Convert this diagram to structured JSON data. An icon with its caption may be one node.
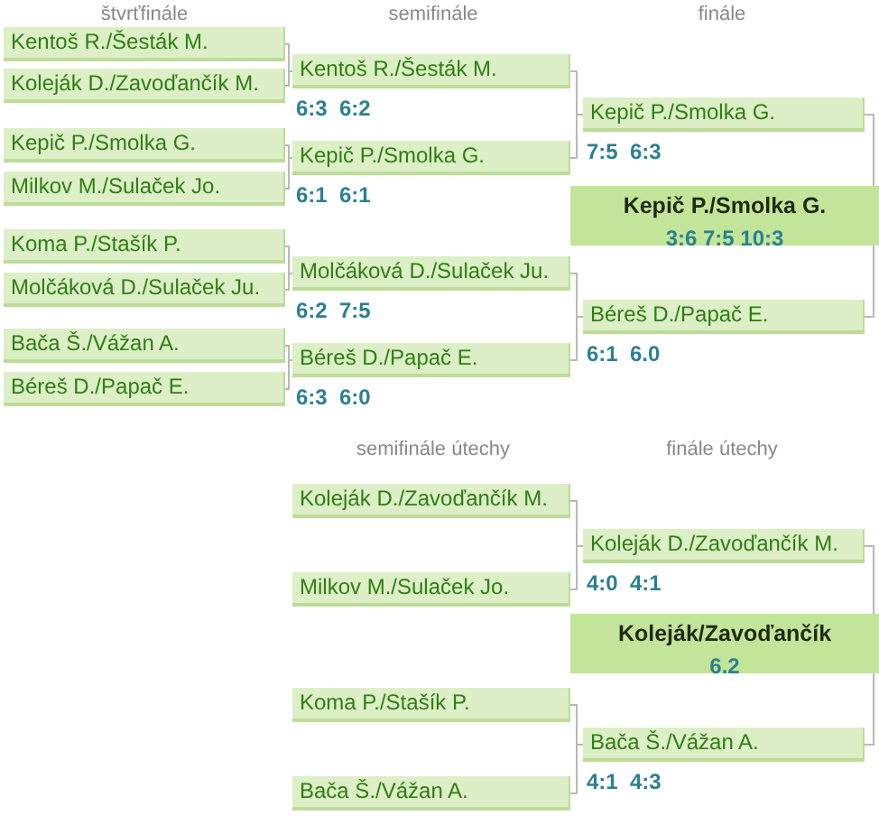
{
  "diagram": {
    "nodes": [
      {
        "text": [
          "Kentoš R./Šesták M."
        ]
      },
      {
        "text": [
          "Koleják D./Zavoďančík M."
        ]
      },
      {
        "text": [
          "Kepič P./Smolka G."
        ]
      },
      {
        "text": [
          "Milkov M./Sulaček Jo."
        ]
      },
      {
        "text": [
          "Koma P./Stašík P."
        ]
      },
      {
        "text": [
          "Molčáková D./Sulaček Ju."
        ]
      },
      {
        "text": [
          "Bača Š./Vážan A."
        ]
      },
      {
        "text": [
          "Béreš D./Papač E."
        ]
      },
      {
        "text": [
          "Kentoš R./Šesták M."
        ],
        "beside": [
          "6:3  6:2"
        ]
      },
      {
        "text": [
          "Kepič P./Smolka G."
        ],
        "beside": [
          "6:1  6:1"
        ]
      },
      {
        "text": [
          "Molčáková D./Sulaček Ju."
        ],
        "beside": [
          "6:2  7:5"
        ]
      },
      {
        "text": [
          "Béreš D./Papač E."
        ],
        "beside": [
          "6:3  6:0"
        ]
      },
      {
        "text": [
          "Kepič P./Smolka G."
        ],
        "beside": [
          "7:5  6:3"
        ]
      },
      {
        "text": [
          "Béreš D./Papač E."
        ],
        "beside": [
          "6:1  6.0"
        ]
      },
      {
        "text": [
          "Kepič P./Smolka G.",
          "3:6  7:5  10:3"
        ]
      },
      {
        "text": [
          "Koleják D./Zavoďančík M."
        ]
      },
      {
        "text": [
          "Milkov M./Sulaček Jo."
        ]
      },
      {
        "text": [
          "Koma P./Stašík P."
        ]
      },
      {
        "text": [
          "Bača Š./Vážan A."
        ]
      },
      {
        "text": [
          "Koleják D./Zavoďančík M."
        ],
        "beside": [
          "4:0  4:1"
        ]
      },
      {
        "text": [
          "Bača Š./Vážan A."
        ],
        "beside": [
          "4:1  4:3"
        ]
      },
      {
        "text": [
          "Koleják/Zavoďančík",
          "6.2"
        ]
      }
    ],
    "edges": [
      {
        "from": 0,
        "to": 8,
        "arrow": "none"
      },
      {
        "from": 1,
        "to": 8,
        "arrow": "none"
      },
      {
        "from": 2,
        "to": 9,
        "arrow": "none"
      },
      {
        "from": 3,
        "to": 9,
        "arrow": "none"
      },
      {
        "from": 4,
        "to": 10,
        "arrow": "none"
      },
      {
        "from": 5,
        "to": 10,
        "arrow": "none"
      },
      {
        "from": 6,
        "to": 11,
        "arrow": "none"
      },
      {
        "from": 7,
        "to": 11,
        "arrow": "none"
      },
      {
        "from": 8,
        "to": 12,
        "arrow": "none"
      },
      {
        "from": 9,
        "to": 12,
        "arrow": "none"
      },
      {
        "from": 10,
        "to": 13,
        "arrow": "none"
      },
      {
        "from": 11,
        "to": 13,
        "arrow": "none"
      },
      {
        "from": 12,
        "to": 14,
        "arrow": "none"
      },
      {
        "from": 13,
        "to": 14,
        "arrow": "none"
      },
      {
        "from": 15,
        "to": 19,
        "arrow": "none"
      },
      {
        "from": 16,
        "to": 19,
        "arrow": "none"
      },
      {
        "from": 17,
        "to": 20,
        "arrow": "none"
      },
      {
        "from": 18,
        "to": 20,
        "arrow": "none"
      },
      {
        "from": 19,
        "to": 21,
        "arrow": "none"
      },
      {
        "from": 20,
        "to": 21,
        "arrow": "none"
      }
    ],
    "labels": [
      "štvrťfinále",
      "semifinále",
      "finále",
      "semifinále útechy",
      "finále útechy"
    ]
  }
}
